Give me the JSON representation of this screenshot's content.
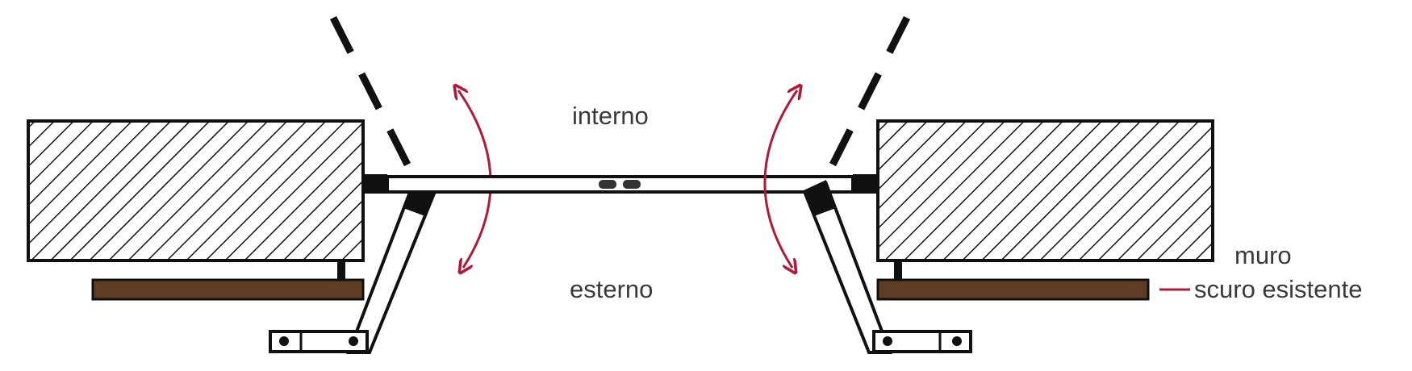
{
  "labels": {
    "interno": "interno",
    "esterno": "esterno",
    "muro": "muro",
    "scuro_esistente": "scuro esistente"
  },
  "colors": {
    "outline": "#111111",
    "shutter_wood": "#5e3d24",
    "arrow": "#b0193a",
    "text": "#3a3a3a"
  }
}
